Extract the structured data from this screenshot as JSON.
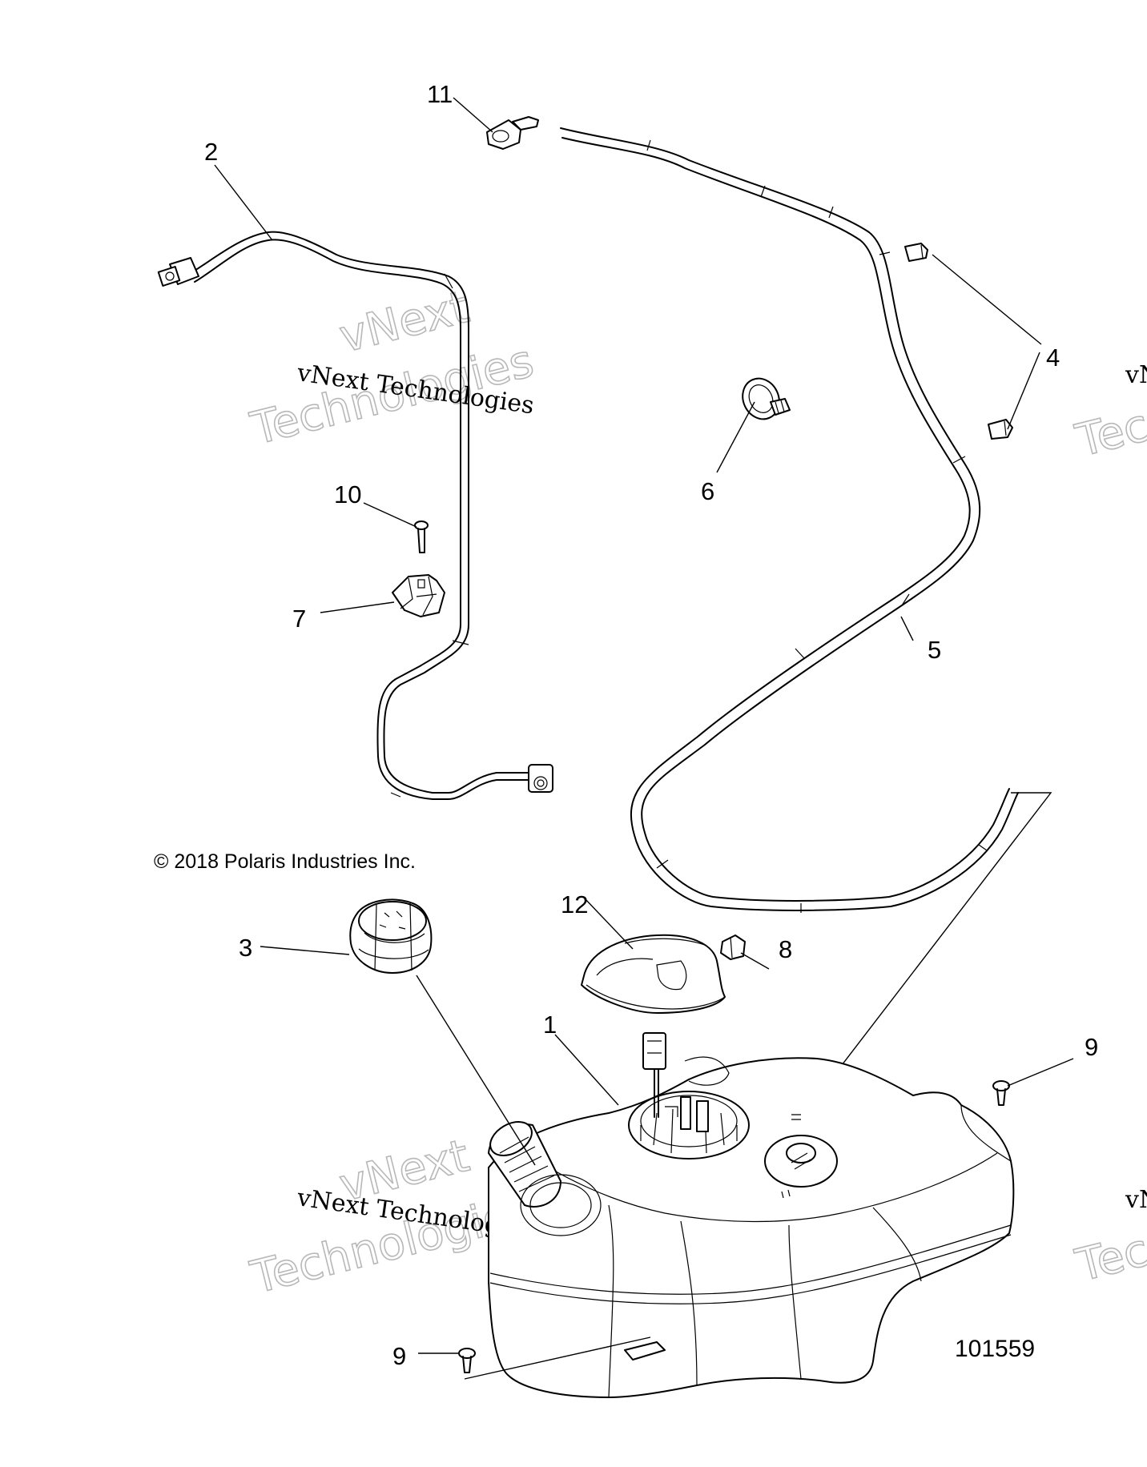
{
  "callouts": {
    "c1": "1",
    "c2": "2",
    "c3": "3",
    "c4": "4",
    "c5": "5",
    "c6": "6",
    "c7": "7",
    "c8": "8",
    "c9a": "9",
    "c9b": "9",
    "c10": "10",
    "c11": "11",
    "c12": "12"
  },
  "copyright": "© 2018 Polaris Industries Inc.",
  "diagram_number": "101559",
  "watermark": {
    "line_small": "vNext Technologies",
    "line_big_1": "vNext",
    "line_big_2": "Technologies"
  }
}
